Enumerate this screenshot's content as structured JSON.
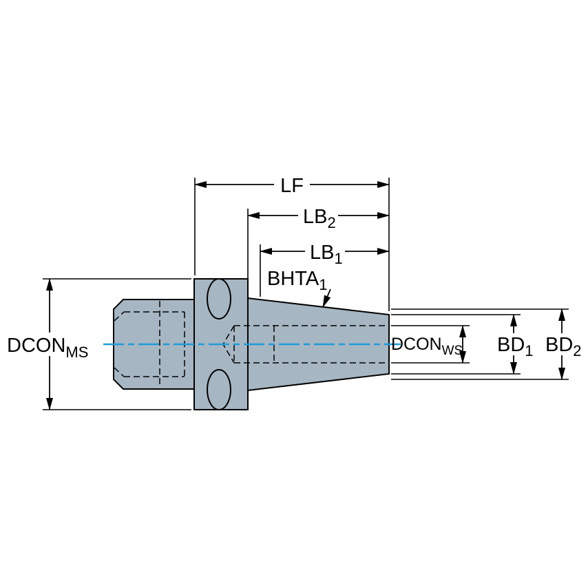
{
  "drawing": {
    "description": "Side-view dimensional drawing of a tool holder adapter with machine-side shank, gripper flange and tapered workpiece-side nose"
  },
  "colors": {
    "body": "#a7b6c3",
    "outline": "#000000",
    "centerline": "#1e9cd7",
    "background": "#ffffff"
  },
  "labels": {
    "lf": {
      "main": "LF",
      "sub": ""
    },
    "lb2": {
      "main": "LB",
      "sub": "2"
    },
    "lb1": {
      "main": "LB",
      "sub": "1"
    },
    "bhta1": {
      "main": "BHTA",
      "sub": "1"
    },
    "dcon_ms": {
      "main": "DCON",
      "sub": "MS"
    },
    "dcon_ws": {
      "main": "DCON",
      "sub": "WS"
    },
    "bd1": {
      "main": "BD",
      "sub": "1"
    },
    "bd2": {
      "main": "BD",
      "sub": "2"
    }
  }
}
